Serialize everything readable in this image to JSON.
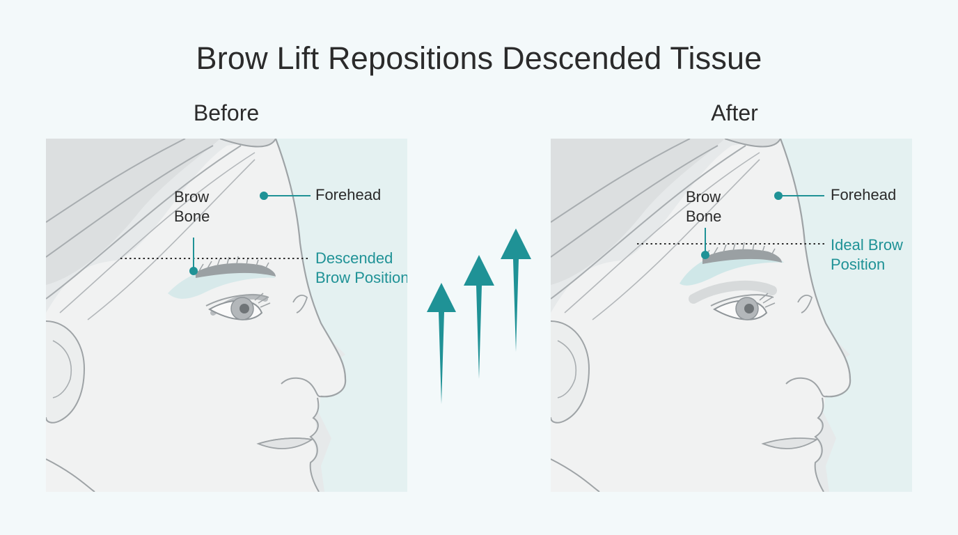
{
  "title": "Brow Lift Repositions Descended Tissue",
  "colors": {
    "accent": "#1f9296",
    "background": "#f3f9fa",
    "panel": "#e6e9ea",
    "panel_tint": "#e4f1f1",
    "skin": "#f1f2f2",
    "outline": "#9ea3a6"
  },
  "panels": [
    {
      "heading": "Before",
      "labels": {
        "brow_bone_line1": "Brow",
        "brow_bone_line2": "Bone",
        "forehead": "Forehead",
        "position_line1": "Descended",
        "position_line2": "Brow Position"
      }
    },
    {
      "heading": "After",
      "labels": {
        "brow_bone_line1": "Brow",
        "brow_bone_line2": "Bone",
        "forehead": "Forehead",
        "position_line1": "Ideal Brow",
        "position_line2": "Position"
      }
    }
  ],
  "arrows": {
    "count": 3,
    "direction": "up",
    "icon": "arrow-up-icon"
  }
}
